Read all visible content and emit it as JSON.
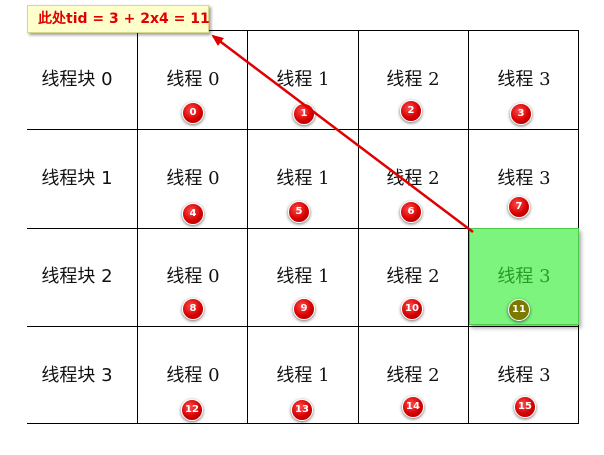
{
  "callout": {
    "text": "此处tid = 3 + 2x4 = 11"
  },
  "block_labels": [
    "线程块 0",
    "线程块 1",
    "线程块 2",
    "线程块 3"
  ],
  "thread_labels": [
    "线程 0",
    "线程 1",
    "线程 2",
    "线程 3"
  ],
  "thread_ids": [
    [
      "0",
      "1",
      "2",
      "3"
    ],
    [
      "4",
      "5",
      "6",
      "7"
    ],
    [
      "8",
      "9",
      "10",
      "11"
    ],
    [
      "12",
      "13",
      "14",
      "15"
    ]
  ],
  "highlight": {
    "row": 2,
    "col": 3,
    "color": "#7df47d",
    "label_color": "#2a9a2a",
    "badge_color": "#7a7a00"
  },
  "arrow_color": "#e00000",
  "badge_color": "#e00000"
}
